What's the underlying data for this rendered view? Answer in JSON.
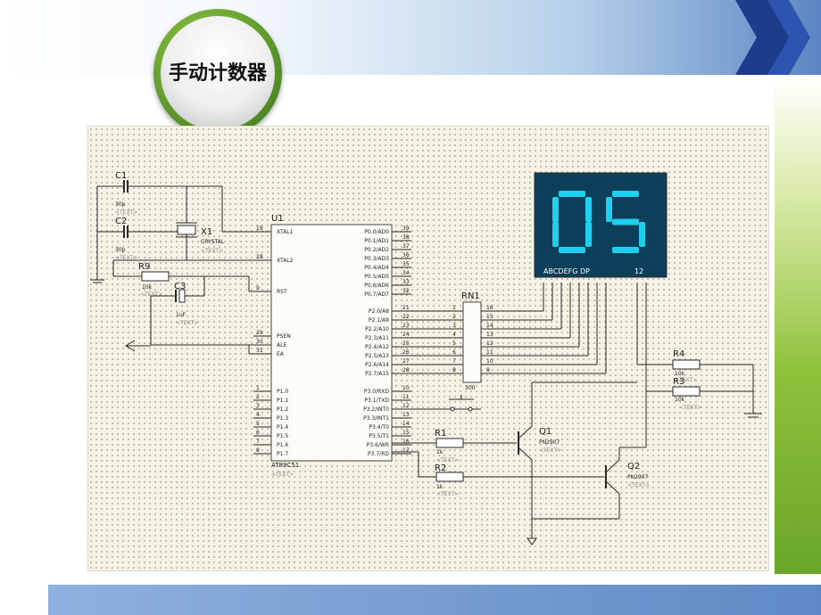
{
  "slide": {
    "title": "手动计数器"
  },
  "schematic": {
    "mcu": {
      "ref": "U1",
      "part": "AT89C51",
      "text_tag": "<TEXT>",
      "left_pins": [
        {
          "num": "19",
          "name": "XTAL1"
        },
        {
          "num": "18",
          "name": "XTAL2"
        },
        {
          "num": "9",
          "name": "RST"
        },
        {
          "num": "29",
          "name": "PSEN"
        },
        {
          "num": "30",
          "name": "ALE"
        },
        {
          "num": "31",
          "name": "EA"
        },
        {
          "num": "1",
          "name": "P1.0"
        },
        {
          "num": "2",
          "name": "P1.1"
        },
        {
          "num": "3",
          "name": "P1.2"
        },
        {
          "num": "4",
          "name": "P1.3"
        },
        {
          "num": "5",
          "name": "P1.4"
        },
        {
          "num": "6",
          "name": "P1.5"
        },
        {
          "num": "7",
          "name": "P1.6"
        },
        {
          "num": "8",
          "name": "P1.7"
        }
      ],
      "right_pins": [
        {
          "num": "39",
          "name": "P0.0/AD0"
        },
        {
          "num": "38",
          "name": "P0.1/AD1"
        },
        {
          "num": "37",
          "name": "P0.2/AD2"
        },
        {
          "num": "36",
          "name": "P0.3/AD3"
        },
        {
          "num": "35",
          "name": "P0.4/AD4"
        },
        {
          "num": "34",
          "name": "P0.5/AD5"
        },
        {
          "num": "33",
          "name": "P0.6/AD6"
        },
        {
          "num": "32",
          "name": "P0.7/AD7"
        },
        {
          "num": "21",
          "name": "P2.0/A8"
        },
        {
          "num": "22",
          "name": "P2.1/A9"
        },
        {
          "num": "23",
          "name": "P2.2/A10"
        },
        {
          "num": "24",
          "name": "P2.3/A11"
        },
        {
          "num": "25",
          "name": "P2.4/A12"
        },
        {
          "num": "26",
          "name": "P2.5/A13"
        },
        {
          "num": "27",
          "name": "P2.6/A14"
        },
        {
          "num": "28",
          "name": "P2.7/A15"
        },
        {
          "num": "10",
          "name": "P3.0/RXD"
        },
        {
          "num": "11",
          "name": "P3.1/TXD"
        },
        {
          "num": "12",
          "name": "P3.2/INT0"
        },
        {
          "num": "13",
          "name": "P3.3/INT1"
        },
        {
          "num": "14",
          "name": "P3.4/T0"
        },
        {
          "num": "15",
          "name": "P3.5/T1"
        },
        {
          "num": "16",
          "name": "P3.6/WR"
        },
        {
          "num": "17",
          "name": "P3.7/RD"
        }
      ]
    },
    "capacitors": [
      {
        "ref": "C1",
        "value": "30p",
        "text_tag": "<TEXT>"
      },
      {
        "ref": "C2",
        "value": "30p",
        "text_tag": "<TEXT>"
      },
      {
        "ref": "C3",
        "value": "1uF",
        "text_tag": "<TEXT>"
      }
    ],
    "crystal": {
      "ref": "X1",
      "part": "CRYSTAL",
      "text_tag": "<TEXT>"
    },
    "resistors": [
      {
        "ref": "R9",
        "value": "10k",
        "text_tag": "<TEXT>"
      },
      {
        "ref": "R1",
        "value": "1k",
        "text_tag": "<TEXT>"
      },
      {
        "ref": "R2",
        "value": "1k",
        "text_tag": "<TEXT>"
      },
      {
        "ref": "R4",
        "value": "10k",
        "text_tag": "<TEXT>"
      },
      {
        "ref": "R3",
        "value": "10k",
        "text_tag": "<TEXT>"
      }
    ],
    "resistor_network": {
      "ref": "RN1",
      "value": "300",
      "left_pins": [
        "1",
        "2",
        "3",
        "4",
        "5",
        "6",
        "7",
        "8"
      ],
      "right_pins": [
        "16",
        "15",
        "14",
        "13",
        "12",
        "11",
        "10",
        "9"
      ]
    },
    "transistors": [
      {
        "ref": "Q1",
        "part": "PN2907",
        "text_tag": "<TEXT>"
      },
      {
        "ref": "Q2",
        "part": "PN2907",
        "text_tag": "<TEXT>"
      }
    ],
    "display": {
      "digits": "05",
      "segment_label": "ABCDEFG DP",
      "digit_label": "12",
      "color_bg": "#0b3f5a",
      "color_segment": "#1ed0ee"
    }
  }
}
